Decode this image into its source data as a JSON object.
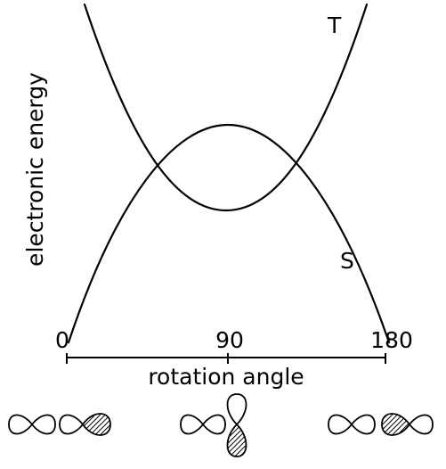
{
  "figure": {
    "ylabel": "electronic energy",
    "xlabel": "rotation angle",
    "ticks": [
      {
        "value": 0,
        "label": "0"
      },
      {
        "value": 90,
        "label": "90"
      },
      {
        "value": 180,
        "label": "180"
      }
    ],
    "curves": [
      {
        "label": "T"
      },
      {
        "label": "S"
      }
    ],
    "orbital_diagrams": [
      {
        "angle": 0,
        "icon": "orbital-pair-parallel"
      },
      {
        "angle": 90,
        "icon": "orbital-pair-perpendicular"
      },
      {
        "angle": 180,
        "icon": "orbital-pair-antiparallel"
      }
    ]
  }
}
